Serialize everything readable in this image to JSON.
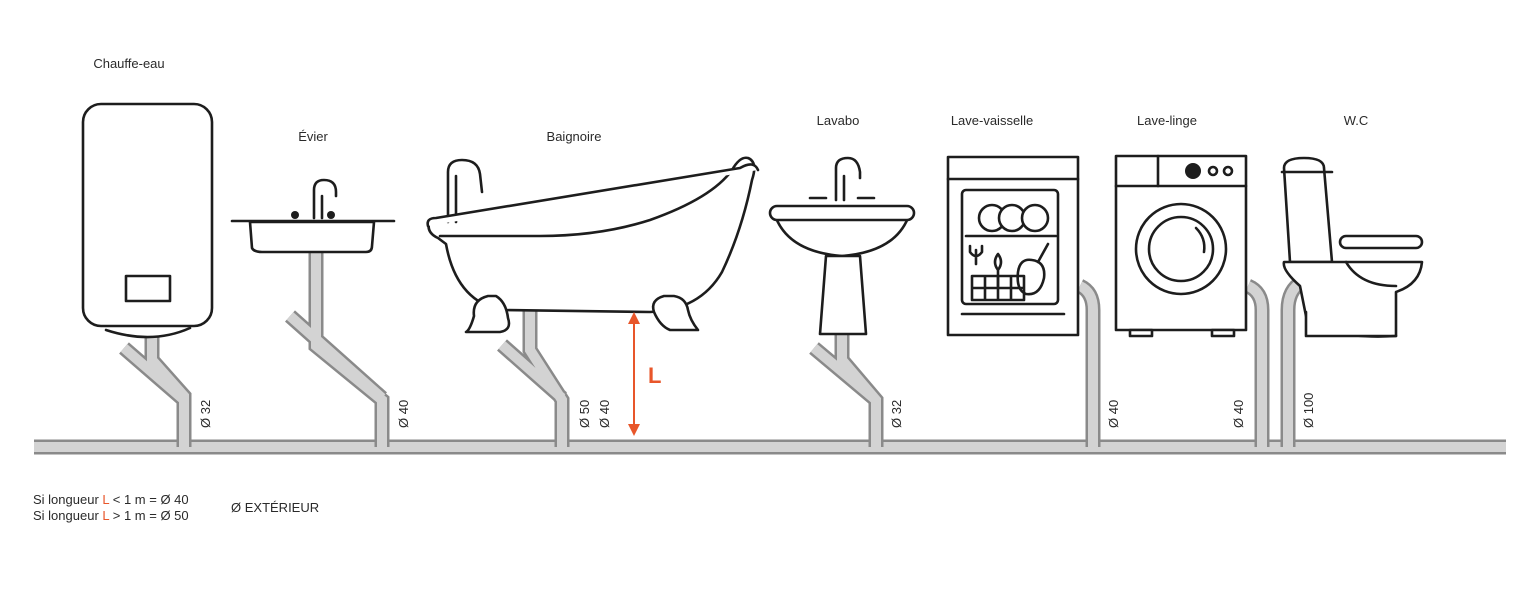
{
  "fixtures": {
    "water_heater": {
      "label": "Chauffe-eau",
      "diameter": "Ø 32"
    },
    "sink": {
      "label": "Évier",
      "diameter": "Ø 40"
    },
    "bathtub": {
      "label": "Baignoire",
      "diameter_a": "Ø 50",
      "diameter_b": "Ø 40"
    },
    "washbasin": {
      "label": "Lavabo",
      "diameter": "Ø 32"
    },
    "dishwasher": {
      "label": "Lave-vaisselle",
      "diameter": "Ø 40"
    },
    "washing_machine": {
      "label": "Lave-linge",
      "diameter": "Ø 40"
    },
    "wc": {
      "label": "W.C",
      "diameter": "Ø 100"
    }
  },
  "length_marker": "L",
  "legend": {
    "rule1_prefix": "Si longueur ",
    "rule1_var": "L",
    "rule1_suffix": " < 1 m = Ø 40",
    "rule2_prefix": "Si longueur ",
    "rule2_var": "L",
    "rule2_suffix": " > 1 m = Ø 50",
    "note": "Ø EXTÉRIEUR"
  },
  "colors": {
    "accent": "#e8562a",
    "pipe_outline": "#8a8a8a",
    "pipe_fill": "#d3d3d3",
    "ink": "#1d1d1d"
  }
}
